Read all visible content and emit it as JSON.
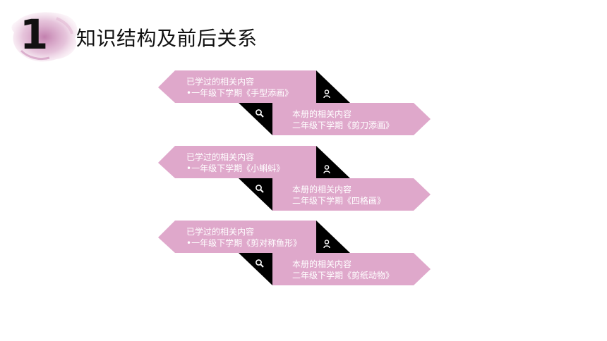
{
  "header": {
    "number": "1",
    "title": "知识结构及前后关系"
  },
  "colors": {
    "pink": "#dfa8cb",
    "black": "#000000",
    "splash": "#c58ab3"
  },
  "rows": [
    {
      "left_title": "已学过的相关内容",
      "left_item": "•一年级下学期《手型添画》",
      "right_title": "本册的相关内容",
      "right_item": "二年级下学期《剪刀添画》"
    },
    {
      "left_title": "已学过的相关内容",
      "left_item": "•一年级下学期《小蝌蚪》",
      "right_title": "本册的相关内容",
      "right_item": "二年级下学期《四格画》"
    },
    {
      "left_title": "已学过的相关内容",
      "left_item": "•一年级下学期《剪对称鱼形》",
      "right_title": "本册的相关内容",
      "right_item": "二年级下学期《剪纸动物》"
    }
  ]
}
